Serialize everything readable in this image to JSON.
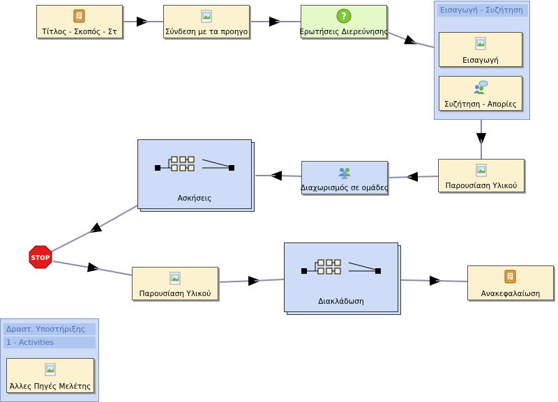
{
  "nodes": {
    "title": "Τίτλος - Σκοπός - Στ",
    "link": "Σύνδεση με τα προηγο",
    "questions": "Ερωτήσεις Διερεύνησης",
    "intro": "Εισαγωγή",
    "discussion": "Συζήτηση - Απορίες",
    "material1": "Παρουσίαση Υλικού",
    "groups": "Διαχωρισμός σε ομάδες",
    "exercises": "Ασκήσεις",
    "material2": "Παρουσίαση Υλικού",
    "branching": "Διακλάδωση",
    "recap": "Ανακεφαλαίωση",
    "sources": "Άλλες Πηγές Μελέτης"
  },
  "groups": {
    "intro_discussion": "Εισαγωγή - Συζήτηση",
    "support": "Δραστ. Υποστήριξης",
    "support_sub": "1 - Activities"
  },
  "stop": {
    "label": "STOP"
  },
  "colors": {
    "activity": "#fdf2d0",
    "question": "#e4f8c8",
    "group": "#cfdcf8",
    "group_title": "#afc6f0",
    "edge": "#8a8aa8",
    "stop": "#e31b1b"
  },
  "icons": {
    "title": "notebook-icon",
    "link": "image-page-icon",
    "questions": "question-icon",
    "groups": "people-icon",
    "discussion": "chat-people-icon"
  }
}
